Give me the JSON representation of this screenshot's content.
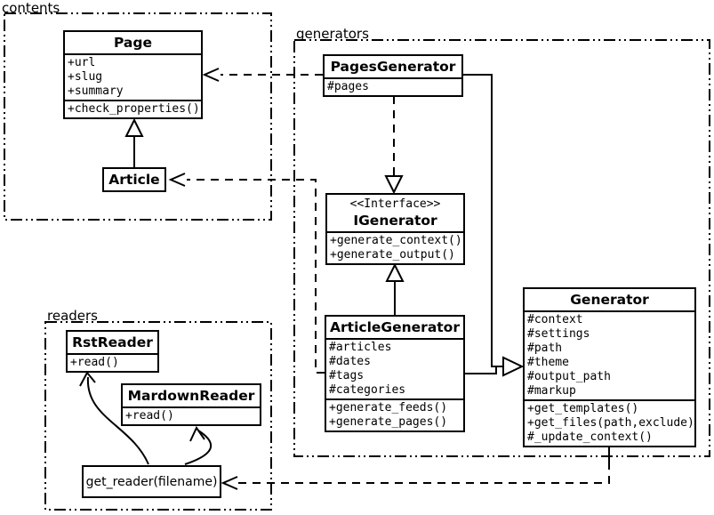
{
  "diagram": {
    "kind": "uml-class-diagram"
  },
  "packages": {
    "contents": {
      "label": "contents"
    },
    "generators": {
      "label": "generators"
    },
    "readers": {
      "label": "readers"
    }
  },
  "classes": {
    "page": {
      "name": "Page",
      "attributes": [
        "+url",
        "+slug",
        "+summary"
      ],
      "methods": [
        "+check_properties()"
      ]
    },
    "article": {
      "name": "Article"
    },
    "pages_generator": {
      "name": "PagesGenerator",
      "attributes": [
        "#pages"
      ]
    },
    "igenerator": {
      "stereotype": "<<Interface>>",
      "name": "IGenerator",
      "methods": [
        "+generate_context()",
        "+generate_output()"
      ]
    },
    "article_generator": {
      "name": "ArticleGenerator",
      "attributes": [
        "#articles",
        "#dates",
        "#tags",
        "#categories"
      ],
      "methods": [
        "+generate_feeds()",
        "+generate_pages()"
      ]
    },
    "generator": {
      "name": "Generator",
      "attributes": [
        "#context",
        "#settings",
        "#path",
        "#theme",
        "#output_path",
        "#markup"
      ],
      "methods": [
        "+get_templates()",
        "+get_files(path,exclude)",
        "#_update_context()"
      ]
    },
    "rst_reader": {
      "name": "RstReader",
      "methods": [
        "+read()"
      ]
    },
    "mardown_reader": {
      "name": "MardownReader",
      "methods": [
        "+read()"
      ]
    },
    "get_reader": {
      "label": "get_reader(filename)"
    }
  },
  "relations": [
    {
      "from": "Article",
      "to": "Page",
      "type": "generalization"
    },
    {
      "from": "PagesGenerator",
      "to": "Page",
      "type": "dependency"
    },
    {
      "from": "ArticleGenerator",
      "to": "Article",
      "type": "dependency"
    },
    {
      "from": "PagesGenerator",
      "to": "IGenerator",
      "type": "realization"
    },
    {
      "from": "ArticleGenerator",
      "to": "IGenerator",
      "type": "generalization"
    },
    {
      "from": "PagesGenerator",
      "to": "Generator",
      "type": "generalization"
    },
    {
      "from": "ArticleGenerator",
      "to": "Generator",
      "type": "generalization"
    },
    {
      "from": "Generator",
      "to": "get_reader(filename)",
      "type": "dependency"
    },
    {
      "from": "get_reader(filename)",
      "to": "RstReader",
      "type": "arrow"
    },
    {
      "from": "get_reader(filename)",
      "to": "MardownReader",
      "type": "arrow"
    }
  ],
  "colors": {
    "line": "#000000",
    "background": "#ffffff"
  }
}
